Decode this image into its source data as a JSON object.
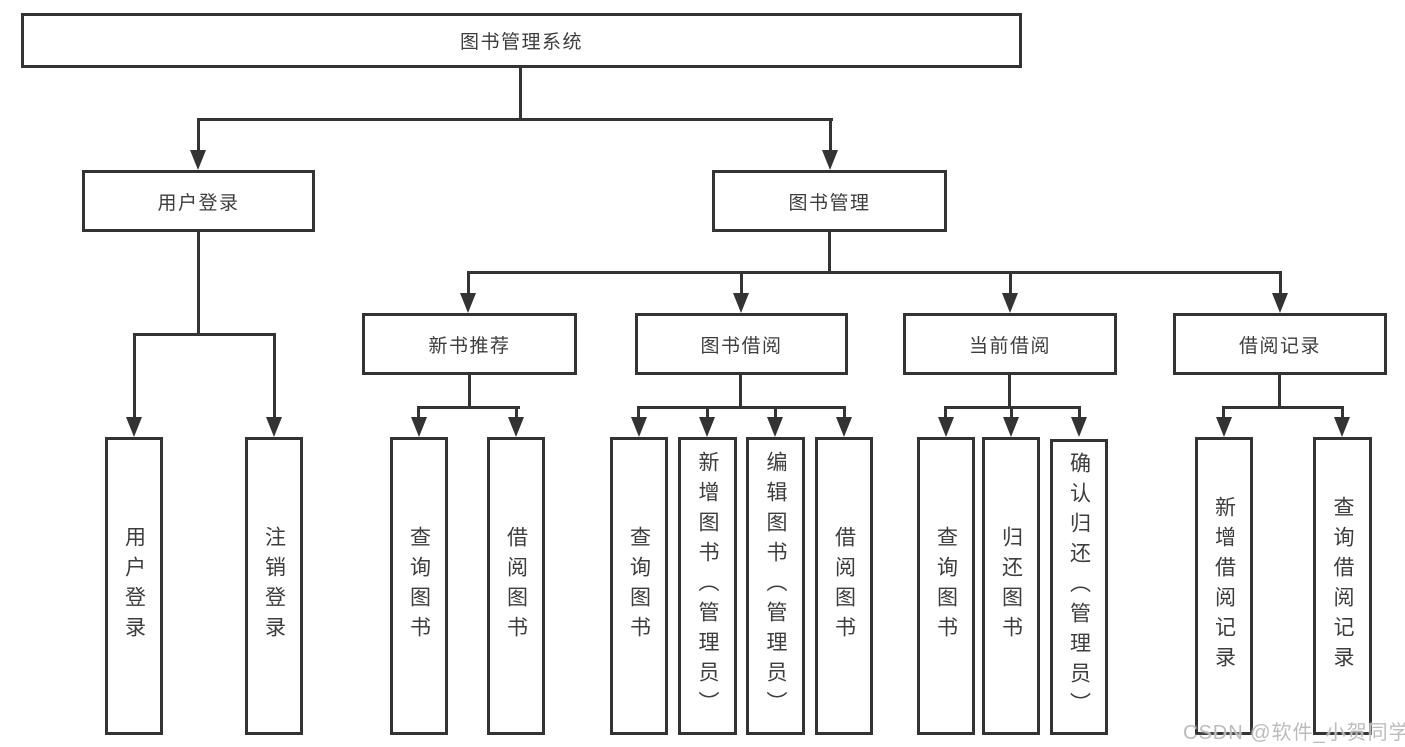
{
  "root": {
    "label": "图书管理系统"
  },
  "level2": [
    {
      "label": "用户登录",
      "children": [
        "用户登录",
        "注销登录"
      ]
    },
    {
      "label": "图书管理"
    }
  ],
  "level3": [
    {
      "label": "新书推荐",
      "children": [
        "查询图书",
        "借阅图书"
      ]
    },
    {
      "label": "图书借阅",
      "children": [
        "查询图书",
        "新增图书（管理员）",
        "编辑图书（管理员）",
        "借阅图书"
      ]
    },
    {
      "label": "当前借阅",
      "children": [
        "查询图书",
        "归还图书",
        "确认归还（管理员）"
      ]
    },
    {
      "label": "借阅记录",
      "children": [
        "新增借阅记录",
        "查询借阅记录"
      ]
    }
  ],
  "watermark": "CSDN @软件_小贺同学",
  "colors": {
    "line": "#333333",
    "text": "#3d3d3d",
    "watermark": "#bcbcbc",
    "background": "#ffffff"
  }
}
